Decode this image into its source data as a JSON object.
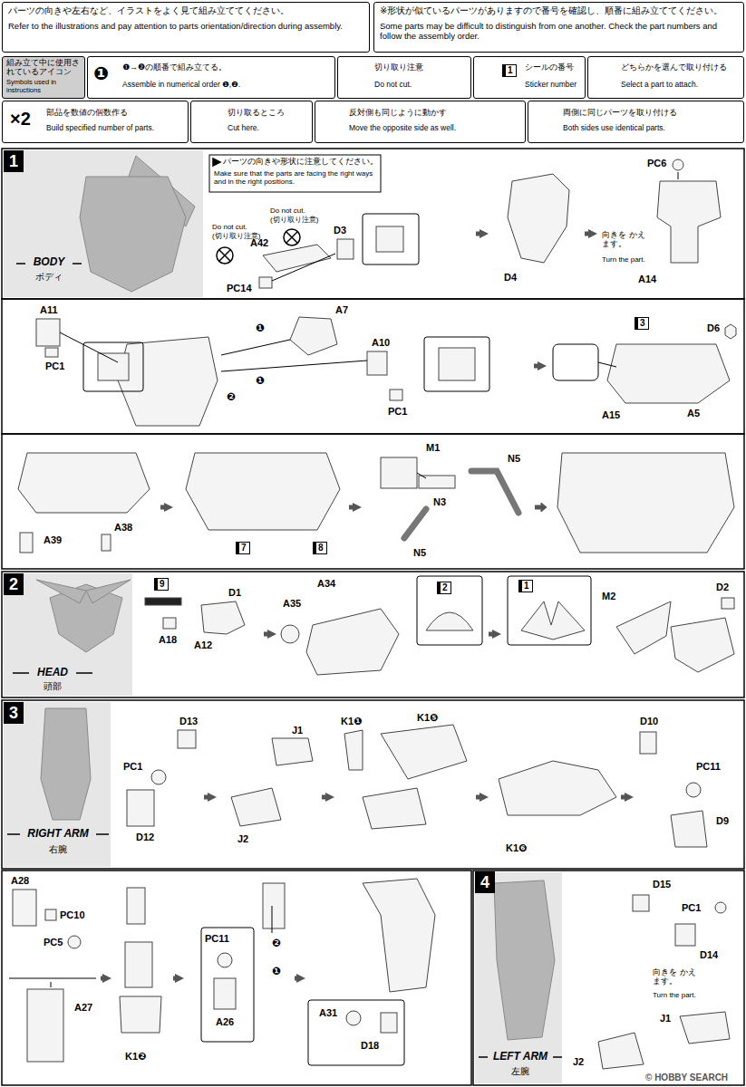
{
  "diagram": {
    "nodes": [
      {
        "text": [
          "パーツの向きや左右など、イラストをよく見て組み立ててください。",
          "Refer to the illustrations and pay attention to parts orientation/direction during assembly."
        ]
      },
      {
        "text": [
          "※形状が似ているパーツがありますので番号を確認し、順番に組み立ててください。",
          "Some parts may be difficult to distinguish from one another. Check the part numbers and follow the assembly order."
        ]
      },
      {
        "text": [
          "組み立て中に使用されているアイコン",
          "Symbols used in instructions"
        ]
      },
      {
        "text": [
          "❶",
          "❶→❷の順番で組み立てる。",
          "Assemble in numerical order ❶,❷."
        ]
      },
      {
        "text": [
          "切り取り注意",
          "Do not cut."
        ]
      },
      {
        "text": [
          "1",
          "シールの番号",
          "Sticker number"
        ]
      },
      {
        "text": [
          "どちらかを選んで取り付ける",
          "Select a part to attach."
        ]
      },
      {
        "text": [
          "×2",
          "部品を数値の個数作る",
          "Build specified number of parts."
        ]
      },
      {
        "text": [
          "切り取るところ",
          "Cut here."
        ]
      },
      {
        "text": [
          "反対側も同じように動かす",
          "Move the opposite side as well."
        ]
      },
      {
        "text": [
          "両側に同じパーツを取り付ける",
          "Both sides use identical parts."
        ]
      },
      {
        "text": [
          "1",
          "BODY",
          "ボディ"
        ]
      },
      {
        "text": [
          "パーツの向きや形状に注意してください。",
          "Make sure that the parts are facing the right ways and in the right positions.",
          "Do not cut.",
          "(切り取り注意)",
          "Do not cut.",
          "(切り取り注意)",
          "A42",
          "D3",
          "PC14"
        ],
        "in": 11
      },
      {
        "text": [
          "D4"
        ],
        "in": 11
      },
      {
        "text": [
          "PC6",
          "向きを かえます。",
          "Turn the part.",
          "A14"
        ],
        "in": 11
      },
      {
        "text": [
          "A11",
          "PC1",
          "❶",
          "❶",
          "❷",
          "A7",
          "A10",
          "PC1"
        ],
        "in": 11
      },
      {
        "text": [
          "3",
          "D6",
          "A15",
          "A5"
        ],
        "in": 11
      },
      {
        "text": [
          "A39",
          "A38"
        ],
        "in": 11
      },
      {
        "text": [
          "7",
          "8"
        ],
        "in": 11
      },
      {
        "text": [
          "M1",
          "N5",
          "N3",
          "N5"
        ],
        "in": 11
      },
      {
        "text": [
          "2",
          "HEAD",
          "頭部"
        ]
      },
      {
        "text": [
          "9",
          "D1",
          "A18",
          "A12"
        ],
        "in": 20
      },
      {
        "text": [
          "A35",
          "A34",
          "2"
        ],
        "in": 20
      },
      {
        "text": [
          "1",
          "M2",
          "D2"
        ],
        "in": 20
      },
      {
        "text": [
          "3",
          "RIGHT ARM",
          "右腕"
        ]
      },
      {
        "text": [
          "D13",
          "PC1",
          "D12"
        ],
        "in": 24
      },
      {
        "text": [
          "J1",
          "J2"
        ],
        "in": 24
      },
      {
        "text": [
          "K1❶",
          "K1❺"
        ],
        "in": 24
      },
      {
        "text": [
          "K1❻"
        ],
        "in": 24
      },
      {
        "text": [
          "D10",
          "PC11",
          "D9"
        ],
        "in": 24
      },
      {
        "text": [
          "A28",
          "PC10",
          "PC5",
          "A27"
        ],
        "in": 24
      },
      {
        "text": [
          "K1❷"
        ],
        "in": 24
      },
      {
        "text": [
          "PC11",
          "❷",
          "❶",
          "A26"
        ],
        "in": 24
      },
      {
        "text": [
          "A31",
          "D18"
        ],
        "in": 24
      },
      {
        "text": [
          "4",
          "LEFT ARM",
          "左腕"
        ]
      },
      {
        "text": [
          "D15",
          "PC1",
          "D14",
          "向きを かえます。",
          "Turn the part.",
          "J1",
          "J2"
        ],
        "in": 34
      }
    ],
    "edges": [
      {
        "from": 12,
        "to": 13,
        "arrow": "to"
      },
      {
        "from": 13,
        "to": 14,
        "arrow": "to"
      },
      {
        "from": 15,
        "to": 16,
        "arrow": "to"
      },
      {
        "from": 17,
        "to": 18,
        "arrow": "to"
      },
      {
        "from": 18,
        "to": 19,
        "arrow": "to"
      },
      {
        "from": 21,
        "to": 22,
        "arrow": "to"
      },
      {
        "from": 22,
        "to": 23,
        "arrow": "to"
      },
      {
        "from": 25,
        "to": 26,
        "arrow": "to"
      },
      {
        "from": 26,
        "to": 27,
        "arrow": "to"
      },
      {
        "from": 27,
        "to": 28,
        "arrow": "to"
      },
      {
        "from": 28,
        "to": 29,
        "arrow": "to"
      },
      {
        "from": 30,
        "to": 31,
        "arrow": "to"
      },
      {
        "from": 31,
        "to": 32,
        "arrow": "to"
      },
      {
        "from": 32,
        "to": 33,
        "arrow": "to"
      }
    ],
    "labels": [
      "© HOBBY SEARCH"
    ]
  }
}
